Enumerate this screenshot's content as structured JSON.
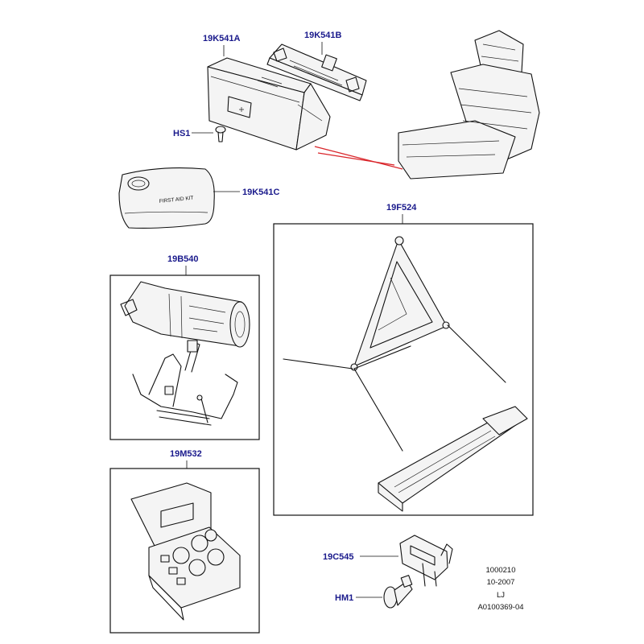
{
  "callouts": {
    "first_aid_box": "19K541A",
    "first_aid_bracket": "19K541B",
    "screw": "HS1",
    "first_aid_kit": "19K541C",
    "warning_triangle": "19F524",
    "fire_extinguisher": "19B540",
    "bulb_kit": "19M532",
    "clip": "19C545",
    "fastener": "HM1"
  },
  "kit_text": "FIRST AID KIT",
  "meta": {
    "ref": "1000210",
    "date": "10-2007",
    "code": "LJ",
    "illustration_id": "A0100369-04"
  },
  "colors": {
    "callout_text": "#1a1a8c",
    "locator_line": "#d9262b"
  }
}
